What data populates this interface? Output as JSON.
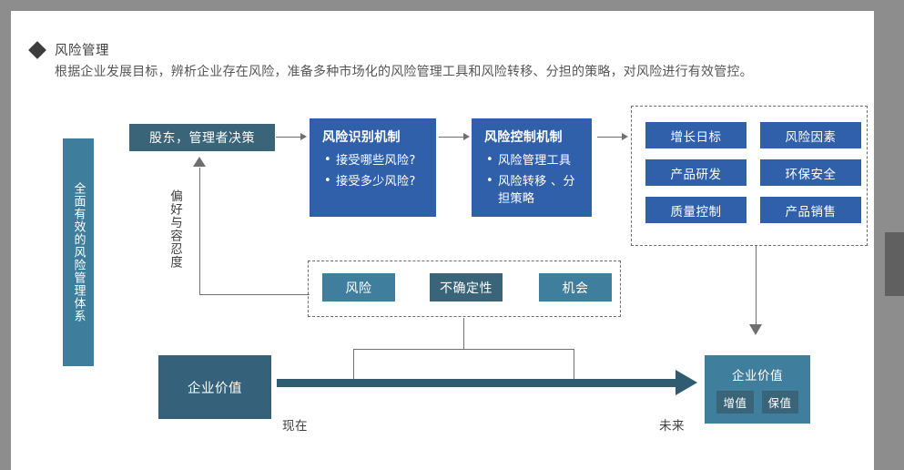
{
  "header": {
    "bullet_icon": "diamond-bullet-icon",
    "title": "风险管理",
    "subtitle": "根据企业发展目标，辨析企业存在风险，准备多种市场化的风险管理工具和风险转移、分担的策略，对风险进行有效管控。"
  },
  "sidebar": {
    "vertical_label": "全面有效的风险管理体系"
  },
  "flow": {
    "shareholder_box": "股东，管理者决策",
    "preference_label": "偏好与容忍度",
    "identify": {
      "title": "风险识别机制",
      "bullets": [
        "接受哪些风险?",
        "接受多少风险?"
      ]
    },
    "control": {
      "title": "风险控制机制",
      "bullets": [
        "风险管理工具",
        "风险转移 、分担策略"
      ]
    }
  },
  "objectives_grid": {
    "cells": [
      "增长日标",
      "风险因素",
      "产品研发",
      "环保安全",
      "质量控制",
      "产品销售"
    ]
  },
  "middle_group": {
    "items": [
      "风险",
      "不确定性",
      "机会"
    ]
  },
  "timeline": {
    "value_now": "企业价值",
    "value_future": "企业价值",
    "future_chips": [
      "增值",
      "保值"
    ],
    "label_now": "现在",
    "label_future": "未来"
  },
  "colors": {
    "teal_bar": "#3e7e9c",
    "teal_dark": "#3a6478",
    "teal_mid": "#3f7e9c",
    "blue": "#3160ab",
    "timeline": "#2f5c70",
    "frame_gray": "#8d8d8d",
    "scroll_thumb": "#606060"
  }
}
